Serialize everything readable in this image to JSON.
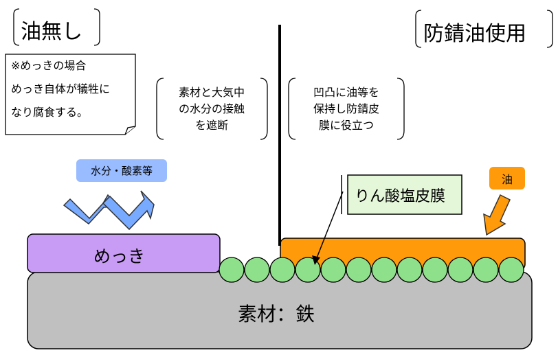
{
  "title_left": "油無し",
  "title_right": "防錆油使用",
  "note": {
    "lines": [
      "※めっきの場合",
      "めっき自体が犠牲に",
      "なり腐食する。"
    ]
  },
  "paren_left": {
    "lines": [
      "素材と大気中",
      "の水分の接触",
      "を遮断"
    ]
  },
  "paren_right": {
    "lines": [
      "凹凸に油等を",
      "保持し防錆皮",
      "膜に役立つ"
    ]
  },
  "tag_water": "水分・酸素等",
  "tag_oil": "油",
  "phosphate_label": "りん酸塩皮膜",
  "plating_label": "めっき",
  "base_label": "素材：鉄",
  "colors": {
    "plating": "#c89cf5",
    "oil": "#ff9a0a",
    "film_circle": "#8fe08a",
    "base": "#c0c0c0",
    "tag_water": "#99bbff",
    "arrow_water": "#78aaff",
    "phosphate_box": "#e4f7d8"
  }
}
